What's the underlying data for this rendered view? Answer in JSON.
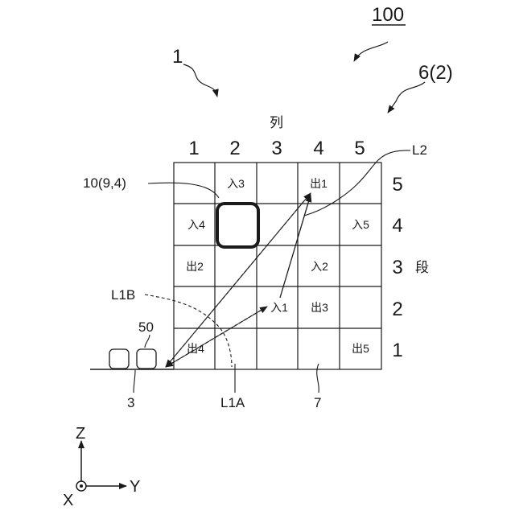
{
  "ref_100": "100",
  "ref_1": "1",
  "ref_6": "6(2)",
  "column_label": "列",
  "row_label": "段",
  "columns": [
    "1",
    "2",
    "3",
    "4",
    "5"
  ],
  "rows": [
    "5",
    "4",
    "3",
    "2",
    "1"
  ],
  "cells": [
    {
      "row": 5,
      "col": 2,
      "text": "入3"
    },
    {
      "row": 5,
      "col": 4,
      "text": "出1"
    },
    {
      "row": 4,
      "col": 1,
      "text": "入4"
    },
    {
      "row": 4,
      "col": 5,
      "text": "入5"
    },
    {
      "row": 3,
      "col": 1,
      "text": "出2"
    },
    {
      "row": 3,
      "col": 4,
      "text": "入2"
    },
    {
      "row": 2,
      "col": 3,
      "text": "入1"
    },
    {
      "row": 2,
      "col": 4,
      "text": "出3"
    },
    {
      "row": 1,
      "col": 1,
      "text": "出4"
    },
    {
      "row": 1,
      "col": 5,
      "text": "出5"
    }
  ],
  "labels": {
    "ref_10": "10(9,4)",
    "ref_L2": "L2",
    "ref_L1B": "L1B",
    "ref_50": "50",
    "ref_3": "3",
    "ref_L1A": "L1A",
    "ref_7": "7"
  },
  "axes": {
    "z": "Z",
    "y": "Y",
    "x": "X"
  }
}
